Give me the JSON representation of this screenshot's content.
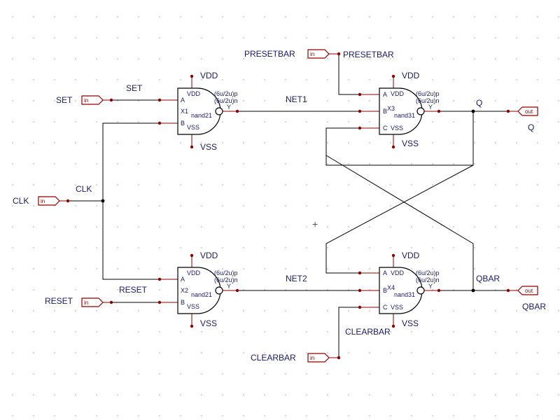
{
  "nets": {
    "clk": "CLK",
    "set": "SET",
    "reset": "RESET",
    "net1": "NET1",
    "net2": "NET2",
    "q": "Q",
    "qbar": "QBAR",
    "presetbar": "PRESETBAR",
    "clearbar": "CLEARBAR"
  },
  "ports": {
    "set": {
      "label": "SET",
      "dir": "in"
    },
    "clk": {
      "label": "CLK",
      "dir": "in"
    },
    "reset": {
      "label": "RESET",
      "dir": "in"
    },
    "presetbar": {
      "label": "PRESETBAR",
      "dir": "in"
    },
    "clearbar": {
      "label": "CLEARBAR",
      "dir": "in"
    },
    "q": {
      "label": "Q",
      "dir": "out"
    },
    "qbar": {
      "label": "QBAR",
      "dir": "out"
    }
  },
  "power": {
    "vdd": "VDD",
    "vss": "VSS"
  },
  "gates": [
    {
      "inst": "X1",
      "cell": "nand21",
      "pins": [
        "A",
        "B"
      ],
      "vdd_pin": "VDD",
      "vss_pin": "VSS",
      "out_pin": "Y",
      "p_param": "(6u/2u)p",
      "n_param": "(6u/2u)n"
    },
    {
      "inst": "X2",
      "cell": "nand21",
      "pins": [
        "A",
        "B"
      ],
      "vdd_pin": "VDD",
      "vss_pin": "VSS",
      "out_pin": "Y",
      "p_param": "(6u/2u)p",
      "n_param": "(6u/2u)n"
    },
    {
      "inst": "X3",
      "cell": "nand31",
      "pins": [
        "A",
        "B",
        "C"
      ],
      "vdd_pin": "VDD",
      "vss_pin": "VSS",
      "out_pin": "Y",
      "p_param": "(6u/2u)p",
      "n_param": "(6u/2u)n"
    },
    {
      "inst": "X4",
      "cell": "nand31",
      "pins": [
        "A",
        "B",
        "C"
      ],
      "vdd_pin": "VDD",
      "vss_pin": "VSS",
      "out_pin": "Y",
      "p_param": "(6u/2u)p",
      "n_param": "(6u/2u)n"
    }
  ],
  "cursor_glyph": "+"
}
